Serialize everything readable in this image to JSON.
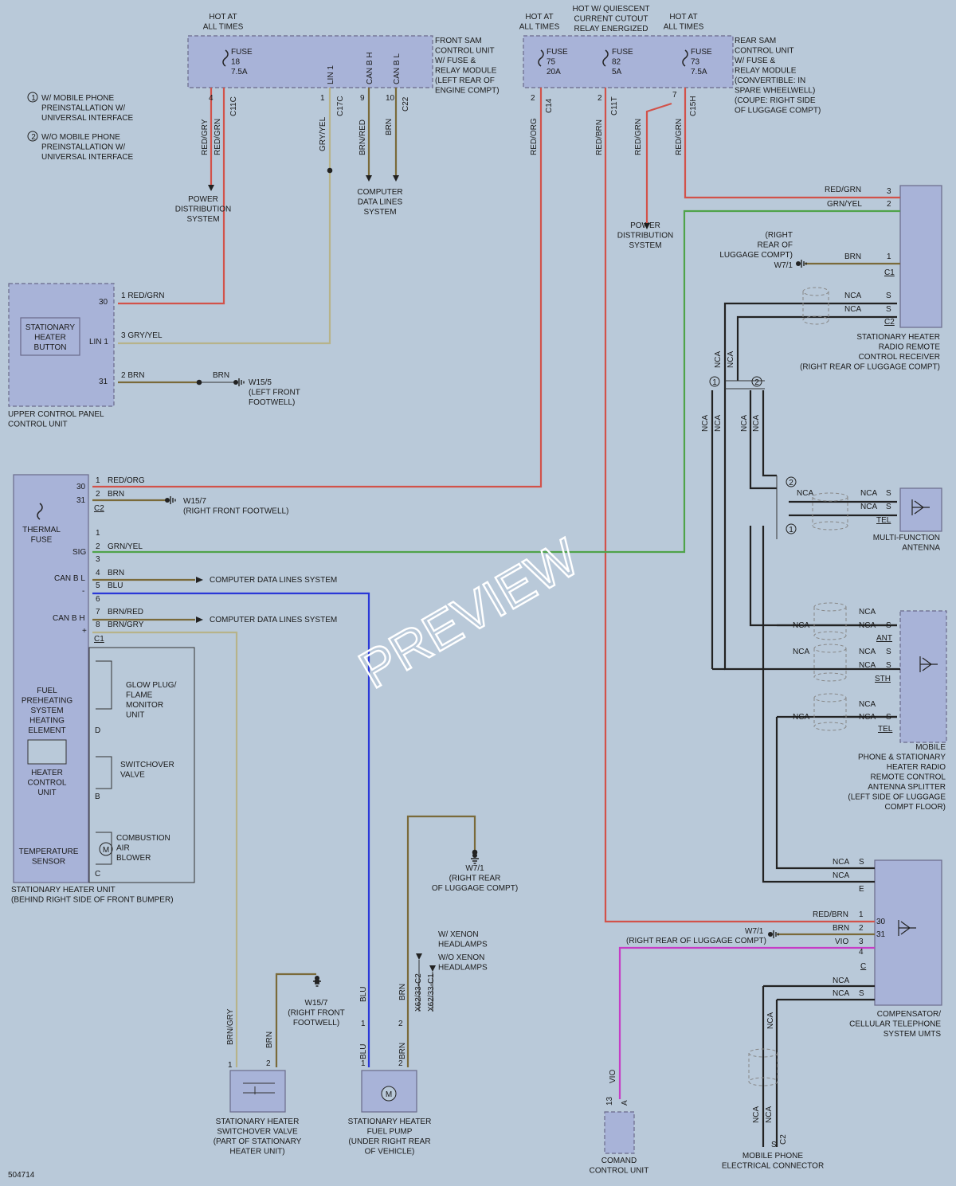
{
  "watermark": "PREVIEW",
  "doc_id": "504714",
  "notes": {
    "n1": [
      "W/ MOBILE PHONE",
      "PREINSTALLATION W/",
      "UNIVERSAL INTERFACE"
    ],
    "n2": [
      "W/O MOBILE PHONE",
      "PREINSTALLATION W/",
      "UNIVERSAL INTERFACE"
    ]
  },
  "hot": {
    "front": [
      "HOT AT",
      "ALL TIMES"
    ],
    "rear1": [
      "HOT AT",
      "ALL TIMES"
    ],
    "rear2": [
      "HOT W/ QUIESCENT",
      "CURRENT CUTOUT",
      "RELAY ENERGIZED"
    ],
    "rear3": [
      "HOT AT",
      "ALL TIMES"
    ]
  },
  "front_sam": {
    "label": [
      "FRONT SAM",
      "CONTROL UNIT",
      "W/ FUSE &",
      "RELAY MODULE",
      "(LEFT REAR OF",
      "ENGINE COMPT)"
    ],
    "fuse": [
      "FUSE",
      "18",
      "7.5A"
    ],
    "pins": [
      "LIN 1",
      "CAN B H",
      "CAN B L"
    ],
    "connectors": [
      "C11C",
      "C17C",
      "C22"
    ],
    "pin_nums": [
      "4",
      "1",
      "9",
      "10"
    ]
  },
  "rear_sam": {
    "label": [
      "REAR SAM",
      "CONTROL UNIT",
      "W/ FUSE &",
      "RELAY MODULE",
      "(CONVERTIBLE: IN",
      "SPARE WHEELWELL)",
      "(COUPE: RIGHT SIDE",
      "OF LUGGAGE COMPT)"
    ],
    "fuse75": [
      "FUSE",
      "75",
      "20A"
    ],
    "fuse82": [
      "FUSE",
      "82",
      "5A"
    ],
    "fuse73": [
      "FUSE",
      "73",
      "7.5A"
    ],
    "connectors": [
      "C14",
      "C11T",
      "C15H"
    ],
    "pin_nums": [
      "2",
      "2",
      "7"
    ]
  },
  "wires": {
    "red_gry": "RED/GRY",
    "red_grn": "RED/GRN",
    "gry_yel": "GRY/YEL",
    "brn_red": "BRN/RED",
    "brn": "BRN",
    "red_org": "RED/ORG",
    "red_brn": "RED/BRN",
    "grn_yel": "GRN/YEL",
    "blu": "BLU",
    "brn_gry": "BRN/GRY",
    "vio": "VIO",
    "nca": "NCA"
  },
  "systems": {
    "power": [
      "POWER",
      "DISTRIBUTION",
      "SYSTEM"
    ],
    "cdl": [
      "COMPUTER",
      "DATA LINES",
      "SYSTEM"
    ],
    "cdl_line": "COMPUTER DATA LINES SYSTEM"
  },
  "upper_panel": {
    "label": [
      "UPPER CONTROL PANEL",
      "CONTROL UNIT"
    ],
    "button": [
      "STATIONARY",
      "HEATER",
      "BUTTON"
    ],
    "pins": [
      "30",
      "LIN 1",
      "31"
    ],
    "wires": [
      "1  RED/GRN",
      "3  GRY/YEL",
      "2  BRN"
    ]
  },
  "grounds": {
    "w15_5": [
      "W15/5",
      "(LEFT FRONT",
      "FOOTWELL)"
    ],
    "w15_7a": [
      "W15/7",
      "(RIGHT FRONT FOOTWELL)"
    ],
    "w15_7b": [
      "W15/7",
      "(RIGHT FRONT",
      "FOOTWELL)"
    ],
    "w7_1a": [
      "(RIGHT",
      "REAR OF",
      "LUGGAGE COMPT)",
      "W7/1"
    ],
    "w7_1b": [
      "W7/1",
      "(RIGHT REAR",
      "OF LUGGAGE COMPT)"
    ],
    "w7_1c": [
      "W7/1",
      "(RIGHT REAR OF LUGGAGE COMPT)"
    ]
  },
  "heater_unit": {
    "label": [
      "STATIONARY HEATER UNIT",
      "(BEHIND RIGHT SIDE OF FRONT BUMPER)"
    ],
    "thermal_fuse": [
      "THERMAL",
      "FUSE"
    ],
    "fuel_preheat": [
      "FUEL",
      "PREHEATING",
      "SYSTEM",
      "HEATING",
      "ELEMENT"
    ],
    "hcu": [
      "HEATER",
      "CONTROL",
      "UNIT"
    ],
    "temp": [
      "TEMPERATURE",
      "SENSOR"
    ],
    "glow": [
      "GLOW PLUG/",
      "FLAME",
      "MONITOR",
      "UNIT"
    ],
    "switch": [
      "SWITCHOVER",
      "VALVE"
    ],
    "blower": [
      "COMBUSTION",
      "AIR",
      "BLOWER"
    ],
    "pins": [
      "30",
      "31",
      "SIG",
      "CAN B L",
      "CAN B H"
    ],
    "pin_nums": [
      "1",
      "2",
      "1",
      "2",
      "3",
      "4",
      "5",
      "6",
      "7",
      "8"
    ],
    "conn": [
      "C2",
      "C1",
      "D",
      "B",
      "C"
    ]
  },
  "receiver": {
    "label": [
      "STATIONARY HEATER",
      "RADIO REMOTE",
      "CONTROL RECEIVER",
      "(RIGHT REAR OF LUGGAGE COMPT)"
    ],
    "conn": [
      "C1",
      "C2"
    ]
  },
  "mfa": {
    "label": [
      "MULTI-FUNCTION",
      "ANTENNA"
    ],
    "tel": "TEL"
  },
  "splitter": {
    "label": [
      "MOBILE",
      "PHONE & STATIONARY",
      "HEATER RADIO",
      "REMOTE CONTROL",
      "ANTENNA SPLITTER",
      "(LEFT SIDE OF LUGGAGE",
      "COMPT FLOOR)"
    ],
    "ports": [
      "ANT",
      "STH",
      "TEL"
    ]
  },
  "compensator": {
    "label": [
      "COMPENSATOR/",
      "CELLULAR TELEPHONE",
      "SYSTEM UMTS"
    ],
    "pins": [
      "30",
      "31"
    ],
    "wires": [
      "RED/BRN",
      "BRN",
      "VIO"
    ],
    "pin_nums": [
      "1",
      "2",
      "3",
      "4"
    ]
  },
  "xenon": {
    "w": [
      "W/ XENON",
      "HEADLAMPS"
    ],
    "wo": [
      "W/O XENON",
      "HEADLAMPS"
    ],
    "conn": [
      "X62/33-C2",
      "X62/33-C1"
    ]
  },
  "valve": {
    "label": [
      "STATIONARY HEATER",
      "SWITCHOVER VALVE",
      "(PART OF STATIONARY",
      "HEATER UNIT)"
    ]
  },
  "pump": {
    "label": [
      "STATIONARY HEATER",
      "FUEL PUMP",
      "(UNDER RIGHT REAR",
      "OF VEHICLE)"
    ]
  },
  "comand": {
    "label": [
      "COMAND",
      "CONTROL UNIT"
    ],
    "pins": [
      "13",
      "A"
    ]
  },
  "phone_conn": {
    "label": [
      "MOBILE PHONE",
      "ELECTRICAL CONNECTOR"
    ],
    "conn": [
      "C2",
      "S"
    ]
  }
}
